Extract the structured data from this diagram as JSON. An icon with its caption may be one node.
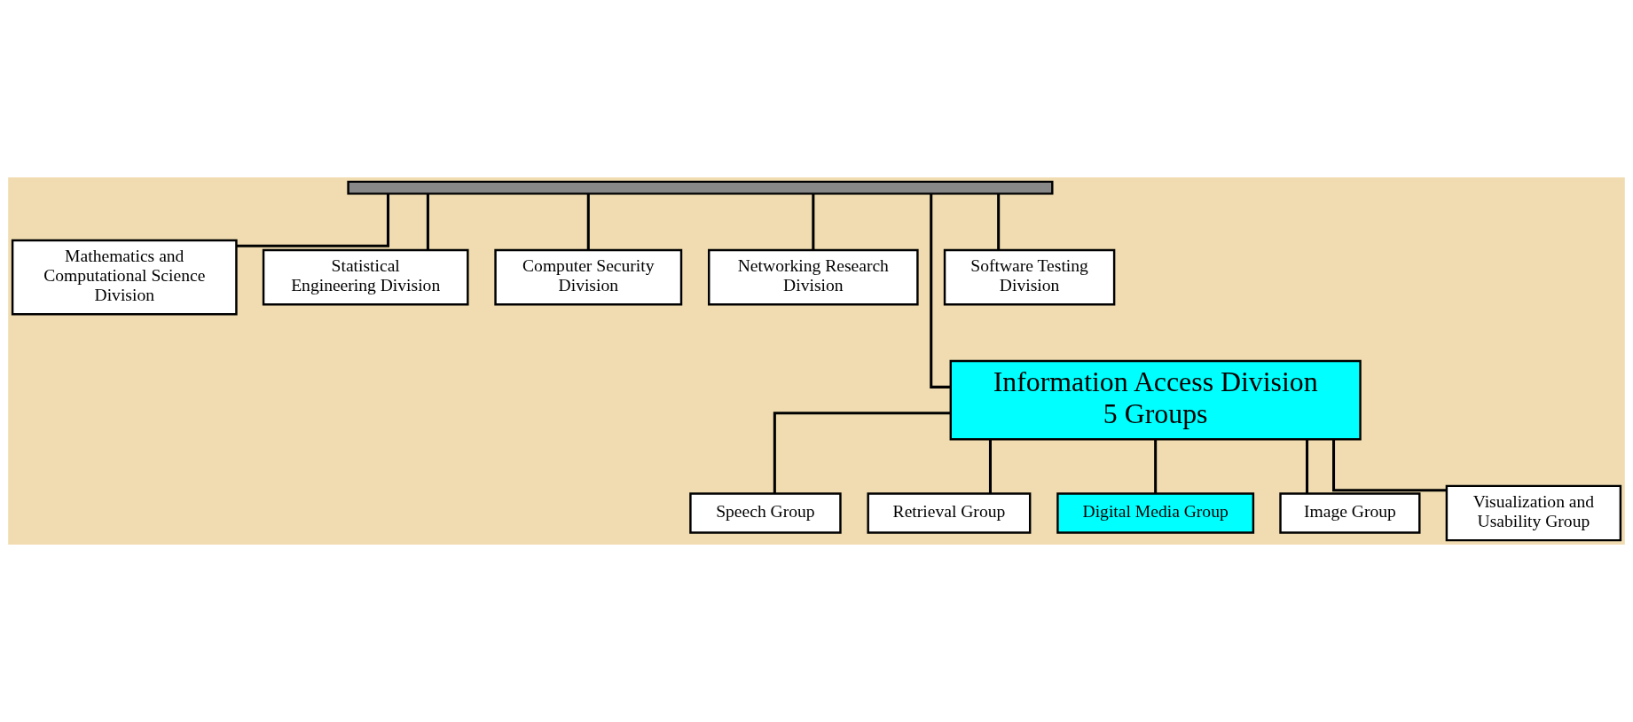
{
  "diagram": {
    "nodes": [
      {
        "text": [],
        "shape": "box"
      },
      {
        "text": [
          "Mathematics and Computational Science Division"
        ]
      },
      {
        "text": [
          "Statistical Engineering Division"
        ]
      },
      {
        "text": [
          "Computer Security Division"
        ]
      },
      {
        "text": [
          "Networking Research Division"
        ]
      },
      {
        "text": [
          "Software Testing Division"
        ]
      },
      {
        "text": [
          "Information Access Division",
          "5 Groups"
        ]
      },
      {
        "text": [
          "Speech Group"
        ]
      },
      {
        "text": [
          "Retrieval Group"
        ]
      },
      {
        "text": [
          "Digital Media Group"
        ]
      },
      {
        "text": [
          "Image Group"
        ]
      },
      {
        "text": [
          "Visualization and Usability Group"
        ]
      }
    ],
    "edges": [
      {
        "from": 0,
        "to": 1,
        "arrow": "none"
      },
      {
        "from": 0,
        "to": 2,
        "arrow": "none"
      },
      {
        "from": 0,
        "to": 3,
        "arrow": "none"
      },
      {
        "from": 0,
        "to": 4,
        "arrow": "none"
      },
      {
        "from": 0,
        "to": 5,
        "arrow": "none"
      },
      {
        "from": 0,
        "to": 6,
        "arrow": "none"
      },
      {
        "from": 6,
        "to": 7,
        "arrow": "none"
      },
      {
        "from": 6,
        "to": 8,
        "arrow": "none"
      },
      {
        "from": 6,
        "to": 9,
        "arrow": "none"
      },
      {
        "from": 6,
        "to": 10,
        "arrow": "none"
      },
      {
        "from": 6,
        "to": 11,
        "arrow": "none"
      }
    ]
  }
}
